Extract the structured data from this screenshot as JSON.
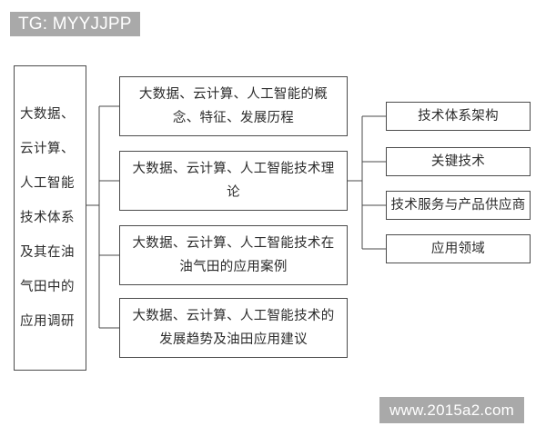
{
  "watermarks": {
    "tag_badge": "TG: MYYJJPP",
    "site_badge": "www.2015a2.com",
    "badge_bg": "#a9a9a9",
    "badge_text_color": "#ffffff"
  },
  "diagram": {
    "type": "tree",
    "orientation": "left-to-right",
    "box_border_color": "#4b4b4b",
    "line_color": "#4a4a4a",
    "text_color": "#2b2b2b",
    "root": {
      "label": "大数据、云计算、人工智能技术体系及其在油气田中的应用调研"
    },
    "branches": [
      {
        "label": "大数据、云计算、人工智能的概念、特征、发展历程"
      },
      {
        "label": "大数据、云计算、人工智能技术理论"
      },
      {
        "label": "大数据、云计算、人工智能技术在油气田的应用案例"
      },
      {
        "label": "大数据、云计算、人工智能技术的发展趋势及油田应用建议"
      }
    ],
    "sub_branches": [
      {
        "label": "技术体系架构"
      },
      {
        "label": "关键技术"
      },
      {
        "label": "技术服务与产品供应商"
      },
      {
        "label": "应用领域"
      }
    ]
  }
}
